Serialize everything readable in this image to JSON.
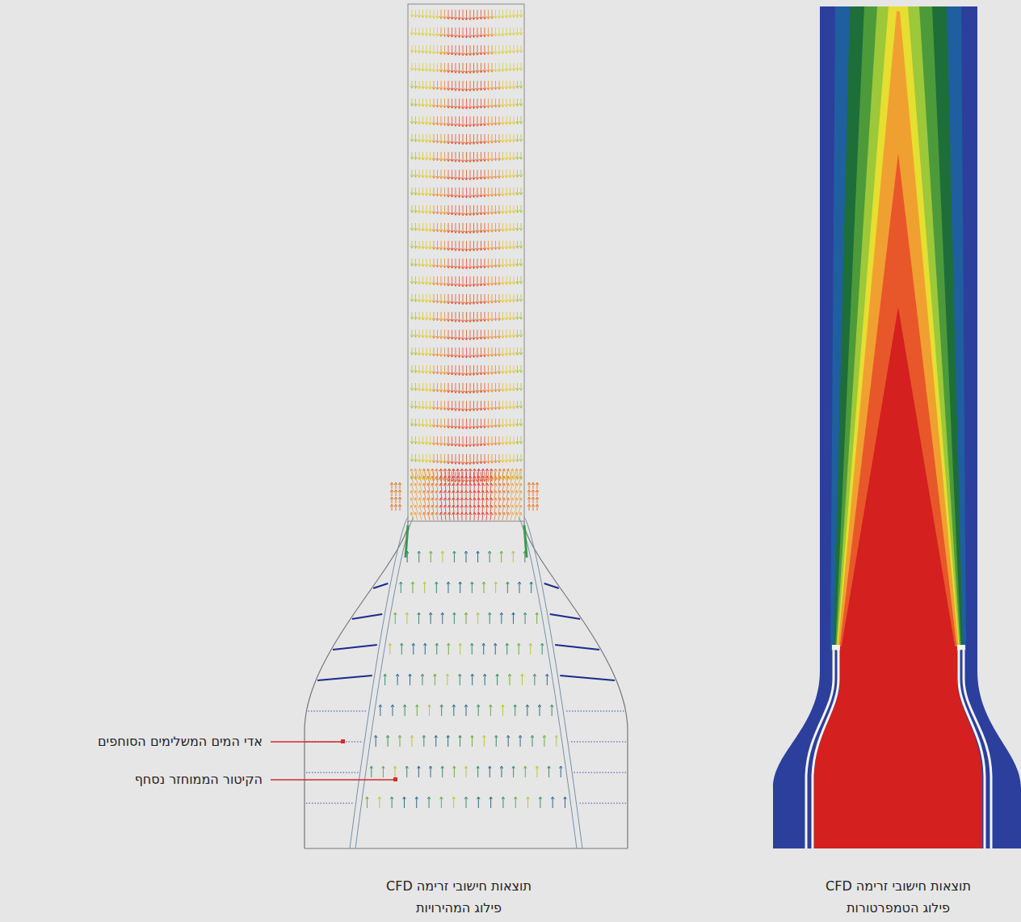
{
  "diagram": {
    "labels": [
      "אדי המים המשלימים הסוחפים",
      "הקיטור הממוחזר נסחף",
      "תוצאות חישובי זרימה CFD",
      "פילוג המהירויות",
      "תוצאות חישובי זרימה CFD",
      "פילוג הטמפרטורות"
    ]
  }
}
